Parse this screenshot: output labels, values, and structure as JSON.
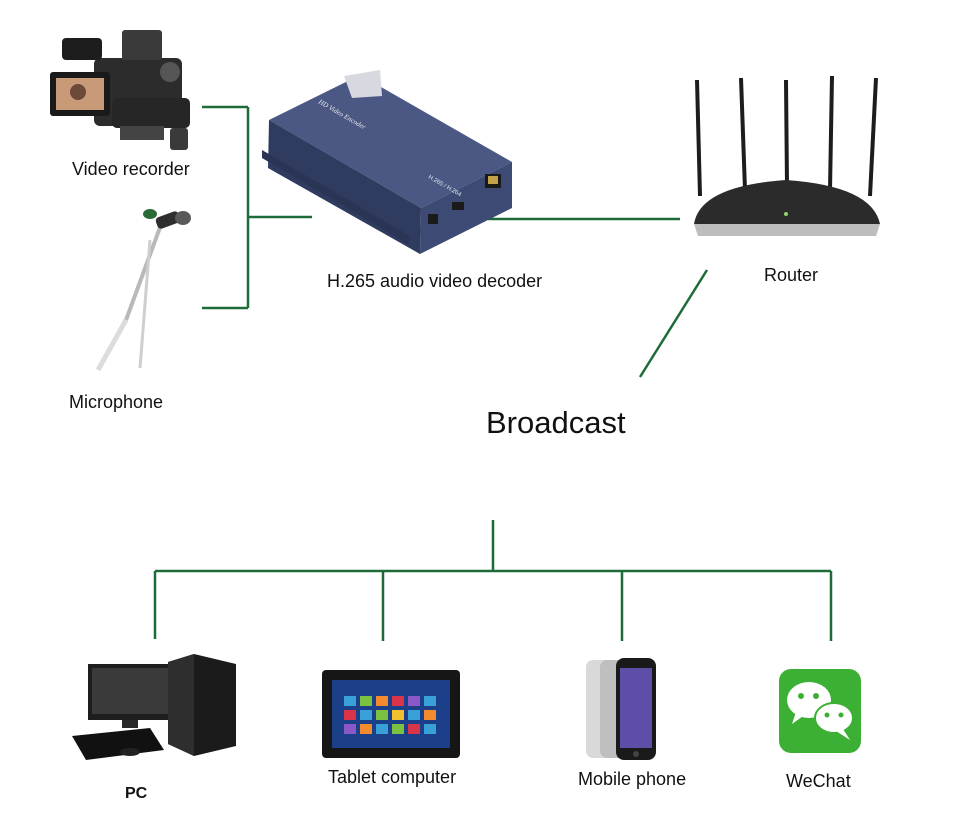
{
  "nodes": {
    "video_recorder": "Video recorder",
    "microphone": "Microphone",
    "encoder": "H.265 audio video decoder",
    "encoder_panel_text": "HD Video Encoder",
    "encoder_codec_text": "H.265 / H.264",
    "router": "Router",
    "broadcast": "Broadcast",
    "pc": "PC",
    "tablet": "Tablet computer",
    "mobile": "Mobile phone",
    "wechat": "WeChat"
  },
  "colors": {
    "connector": "#1e6b3a",
    "encoder_body": "#3d4a73",
    "router_body": "#2b2b2b",
    "wechat_green": "#3cb034"
  },
  "icons": [
    "camera-icon",
    "microphone-icon",
    "encoder-box-icon",
    "router-icon",
    "pc-icon",
    "tablet-icon",
    "phone-icon",
    "wechat-icon"
  ]
}
